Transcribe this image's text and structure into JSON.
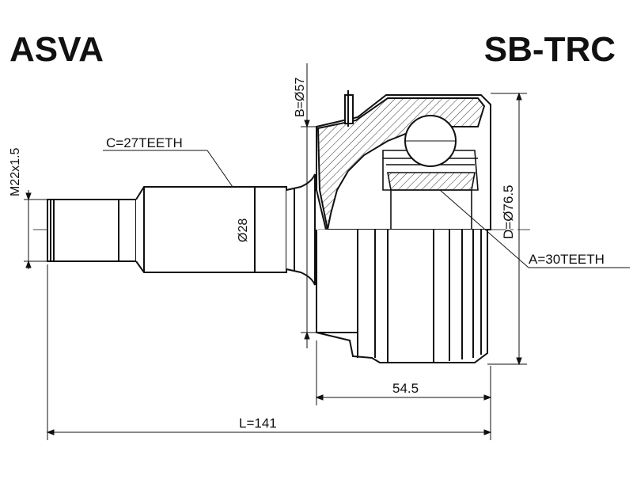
{
  "header": {
    "brand": "ASVA",
    "part_number": "SB-TRC"
  },
  "labels": {
    "thread": "M22x1.5",
    "spline_c": "C=27TEETH",
    "shaft_dia": "Ø28",
    "dia_b": "B=Ø57",
    "dia_d": "D=Ø76.5",
    "spline_a": "A=30TEETH",
    "length_bell": "54.5",
    "length_total": "L=141"
  }
}
